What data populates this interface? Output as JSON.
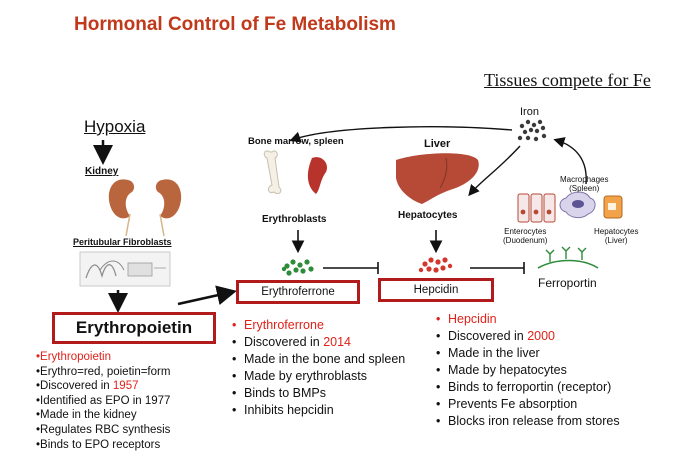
{
  "title": "Hormonal Control of Fe Metabolism",
  "subtitle": "Tissues compete for Fe",
  "left": {
    "hypoxia": "Hypoxia",
    "kidney": "Kidney",
    "fibroblasts": "Peritubular Fibroblasts",
    "epo_box": "Erythropoietin",
    "epo_items": [
      {
        "bullet": "•",
        "text": "Erythropoietin",
        "red": true
      },
      {
        "bullet": "•",
        "text": "Erythro=red, poietin=form",
        "red": false
      },
      {
        "bullet": "•",
        "text_pre": "Discovered in ",
        "text_red": "1957"
      },
      {
        "bullet": "•",
        "text": "Identified as EPO in 1977",
        "red": false
      },
      {
        "bullet": "•",
        "text": "Made in the kidney",
        "red": false
      },
      {
        "bullet": "•",
        "text": "Regulates RBC synthesis",
        "red": false
      },
      {
        "bullet": "•",
        "text": "Binds to EPO receptors",
        "red": false
      }
    ]
  },
  "middle": {
    "bone_marrow": "Bone marrow, spleen",
    "erythroblasts": "Erythroblasts",
    "erfe_box": "Erythroferrone",
    "items": [
      {
        "text": "Erythroferrone",
        "red": true
      },
      {
        "text_pre": "Discovered in ",
        "text_red": "2014"
      },
      {
        "text": "Made in the bone and spleen"
      },
      {
        "text": "Made by erythroblasts"
      },
      {
        "text": "Binds to BMPs"
      },
      {
        "text": "Inhibits hepcidin"
      }
    ]
  },
  "right": {
    "liver": "Liver",
    "hepatocytes": "Hepatocytes",
    "iron": "Iron",
    "macrophages": [
      "Macrophages",
      "(Spleen)"
    ],
    "enterocytes": [
      "Enterocytes",
      "(Duodenum)"
    ],
    "hepatocytes_small": [
      "Hepatocytes",
      "(Liver)"
    ],
    "hepcidin_box": "Hepcidin",
    "ferroportin": "Ferroportin",
    "items": [
      {
        "text": "Hepcidin",
        "red": true
      },
      {
        "text_pre": "Discovered in ",
        "text_red": "2000"
      },
      {
        "text": "Made in the liver"
      },
      {
        "text": "Made by hepatocytes"
      },
      {
        "text": "Binds to ferroportin (receptor)"
      },
      {
        "text": "Prevents Fe absorption"
      },
      {
        "text": "Blocks iron release from stores"
      }
    ]
  },
  "colors": {
    "title": "#c0391b",
    "box_border": "#b21b1b",
    "accent_red": "#e0221a",
    "iron_dots": "#3a3a3a",
    "erythro_dots": "#2e8b3a",
    "hepcidin_dots": "#d3362a",
    "organ": "#b64a36"
  }
}
